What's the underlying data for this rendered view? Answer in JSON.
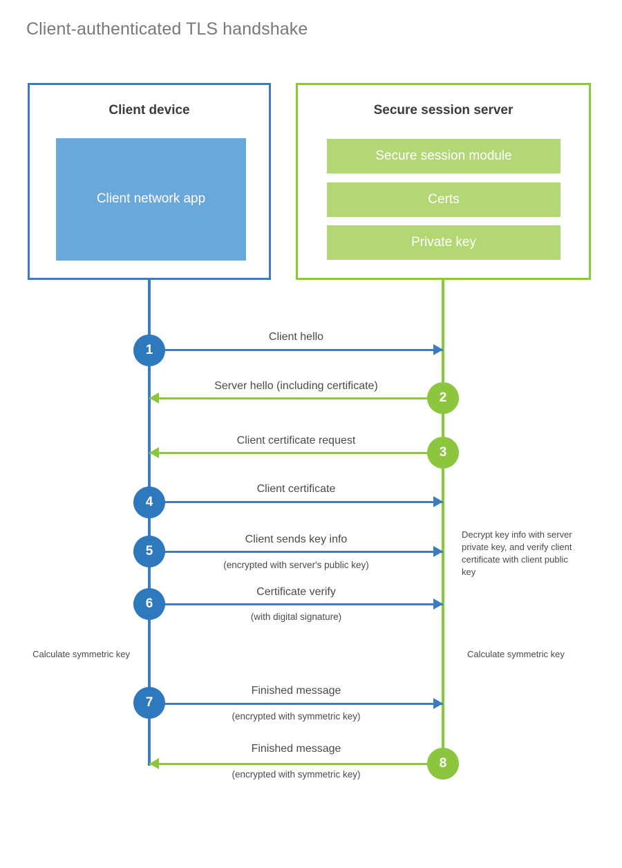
{
  "title": "Client-authenticated TLS handshake",
  "colors": {
    "blue_border": "#3a7cbe",
    "blue_circle": "#2e78bd",
    "blue_fill": "#6aa8dc",
    "green_border": "#8cc63e",
    "green_fill": "#b4d775",
    "title_text": "#77787b",
    "body_text": "#4a4a4c",
    "heading_text": "#3b3b3d"
  },
  "actors": {
    "client": {
      "title": "Client device",
      "components": [
        "Client network app"
      ]
    },
    "server": {
      "title": "Secure session server",
      "components": [
        "Secure session module",
        "Certs",
        "Private key"
      ]
    }
  },
  "messages": [
    {
      "step": "1",
      "label": "Client hello",
      "sublabel": "",
      "direction": "client-to-server",
      "color": "blue"
    },
    {
      "step": "2",
      "label": "Server hello (including certificate)",
      "sublabel": "",
      "direction": "server-to-client",
      "color": "green"
    },
    {
      "step": "3",
      "label": "Client certificate request",
      "sublabel": "",
      "direction": "server-to-client",
      "color": "green"
    },
    {
      "step": "4",
      "label": "Client certificate",
      "sublabel": "",
      "direction": "client-to-server",
      "color": "blue"
    },
    {
      "step": "5",
      "label": "Client sends key info",
      "sublabel": "(encrypted with server's public key)",
      "direction": "client-to-server",
      "color": "blue"
    },
    {
      "step": "6",
      "label": "Certificate verify",
      "sublabel": "(with digital signature)",
      "direction": "client-to-server",
      "color": "blue"
    },
    {
      "step": "7",
      "label": "Finished message",
      "sublabel": "(encrypted with symmetric key)",
      "direction": "client-to-server",
      "color": "blue"
    },
    {
      "step": "8",
      "label": "Finished message",
      "sublabel": "(encrypted with symmetric key)",
      "direction": "server-to-client",
      "color": "green"
    }
  ],
  "notes": {
    "server_decrypt": "Decrypt key info with server private key, and verify client certificate with client public key",
    "client_calculate": "Calculate symmetric key",
    "server_calculate": "Calculate symmetric key"
  }
}
